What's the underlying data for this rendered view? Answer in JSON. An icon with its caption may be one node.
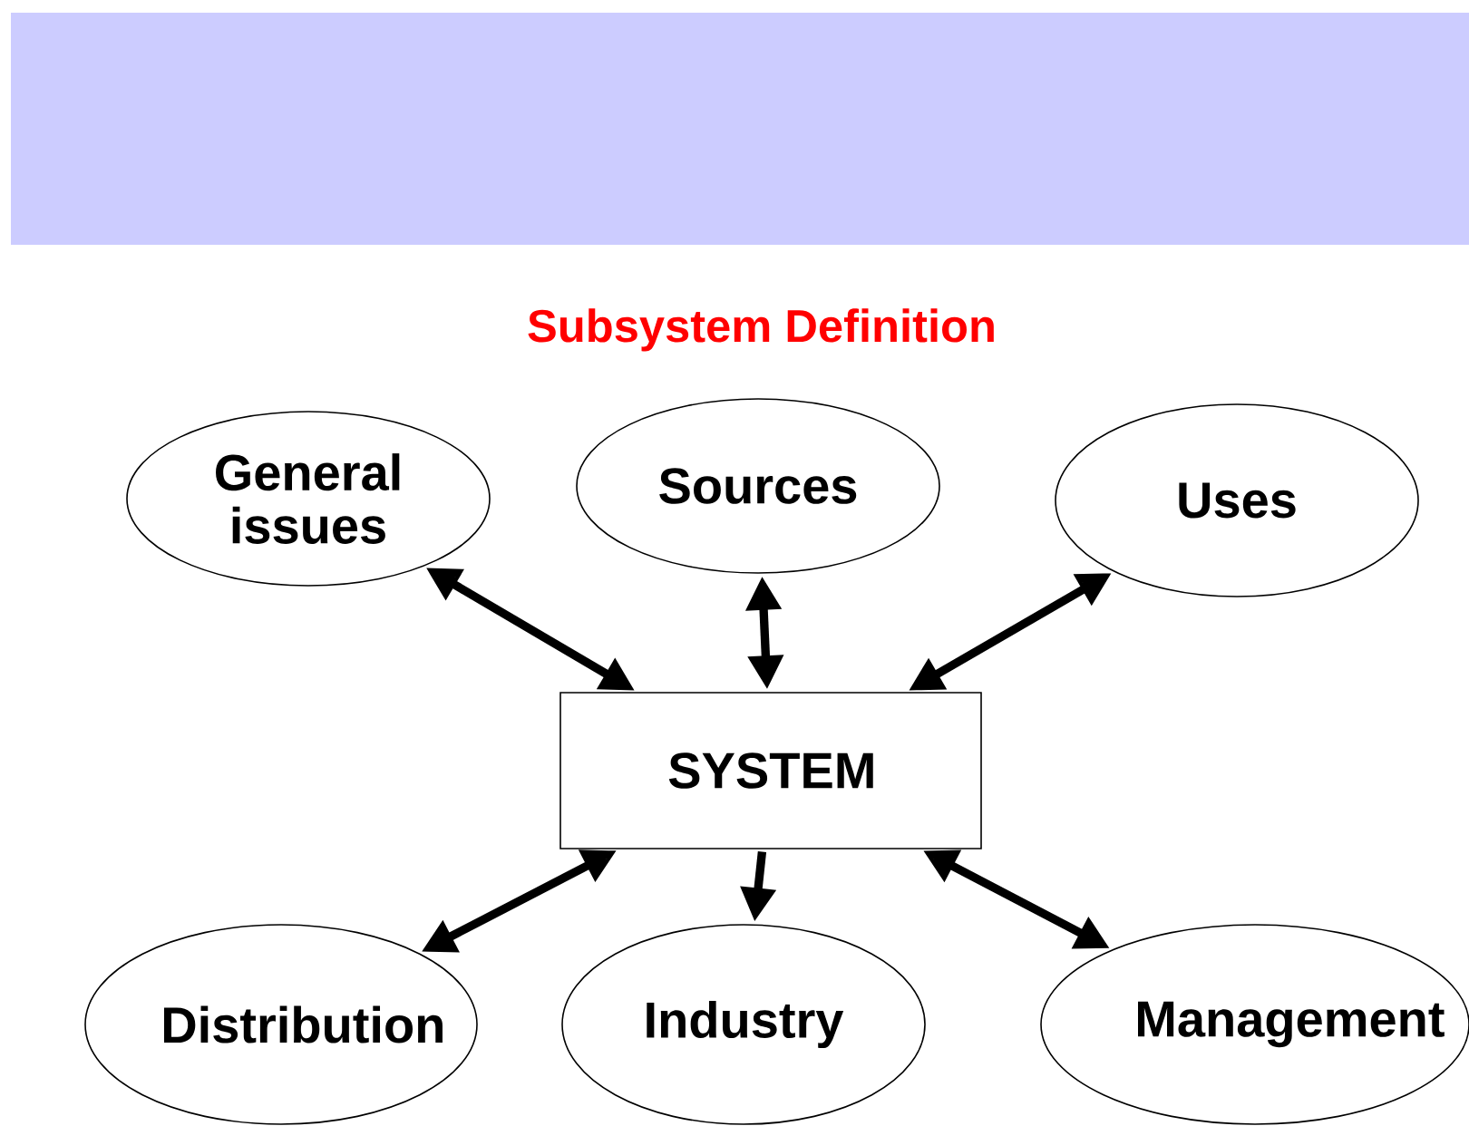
{
  "diagram": {
    "title": "Subsystem Definition",
    "nodes": [
      {
        "text": [
          "General issues"
        ]
      },
      {
        "text": [
          "Sources"
        ]
      },
      {
        "text": [
          "Uses"
        ]
      },
      {
        "text": [
          "SYSTEM"
        ]
      },
      {
        "text": [
          "Distribution"
        ]
      },
      {
        "text": [
          "Industry"
        ]
      },
      {
        "text": [
          "Management"
        ]
      }
    ],
    "edges": [
      {
        "from": 3,
        "to": 0,
        "arrow": "both"
      },
      {
        "from": 3,
        "to": 1,
        "arrow": "both"
      },
      {
        "from": 3,
        "to": 2,
        "arrow": "both"
      },
      {
        "from": 3,
        "to": 4,
        "arrow": "both"
      },
      {
        "from": 3,
        "to": 5,
        "arrow": "to"
      },
      {
        "from": 3,
        "to": 6,
        "arrow": "both"
      }
    ]
  }
}
